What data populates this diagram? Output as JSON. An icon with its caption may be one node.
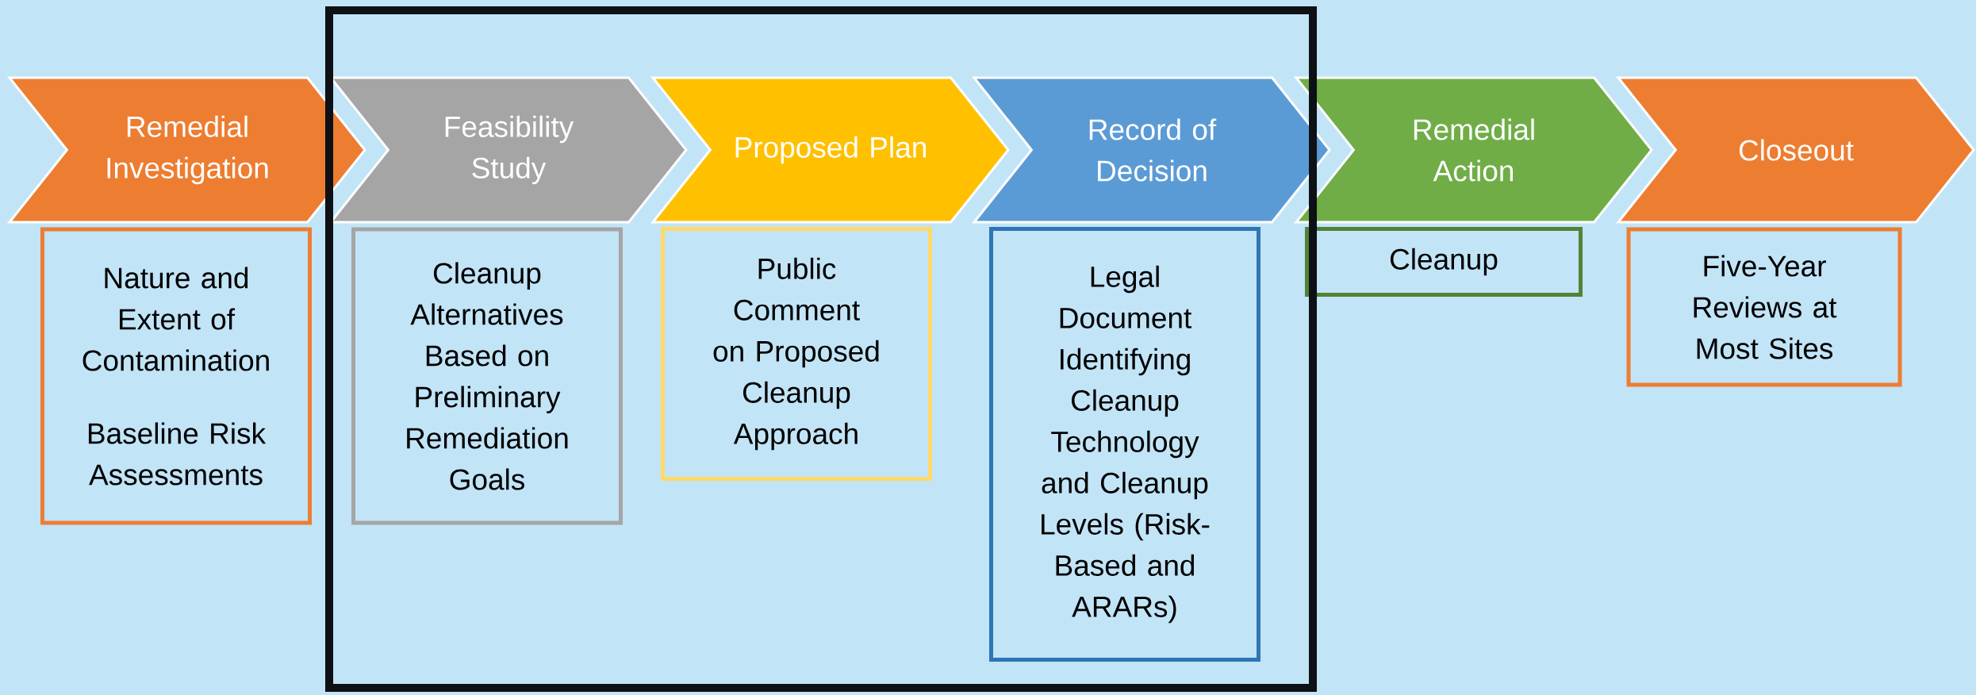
{
  "diagram": {
    "nodes": [
      {
        "text": [
          "Remedial Investigation"
        ]
      },
      {
        "text": [
          "Feasibility Study"
        ]
      },
      {
        "text": [
          "Proposed Plan"
        ]
      },
      {
        "text": [
          "Record of Decision"
        ]
      },
      {
        "text": [
          "Remedial Action"
        ]
      },
      {
        "text": [
          "Closeout"
        ]
      },
      {
        "text": [
          "Nature and Extent of Contamination",
          "Baseline Risk Assessments"
        ]
      },
      {
        "text": [
          "Cleanup Alternatives Based on Preliminary Remediation Goals"
        ]
      },
      {
        "text": [
          "Public Comment on Proposed Cleanup Approach"
        ]
      },
      {
        "text": [
          "Legal Document Identifying Cleanup Technology and Cleanup Levels (Risk-Based and ARARs)"
        ]
      },
      {
        "text": [
          "Cleanup"
        ]
      },
      {
        "text": [
          "Five-Year Reviews at Most Sites"
        ]
      }
    ]
  }
}
